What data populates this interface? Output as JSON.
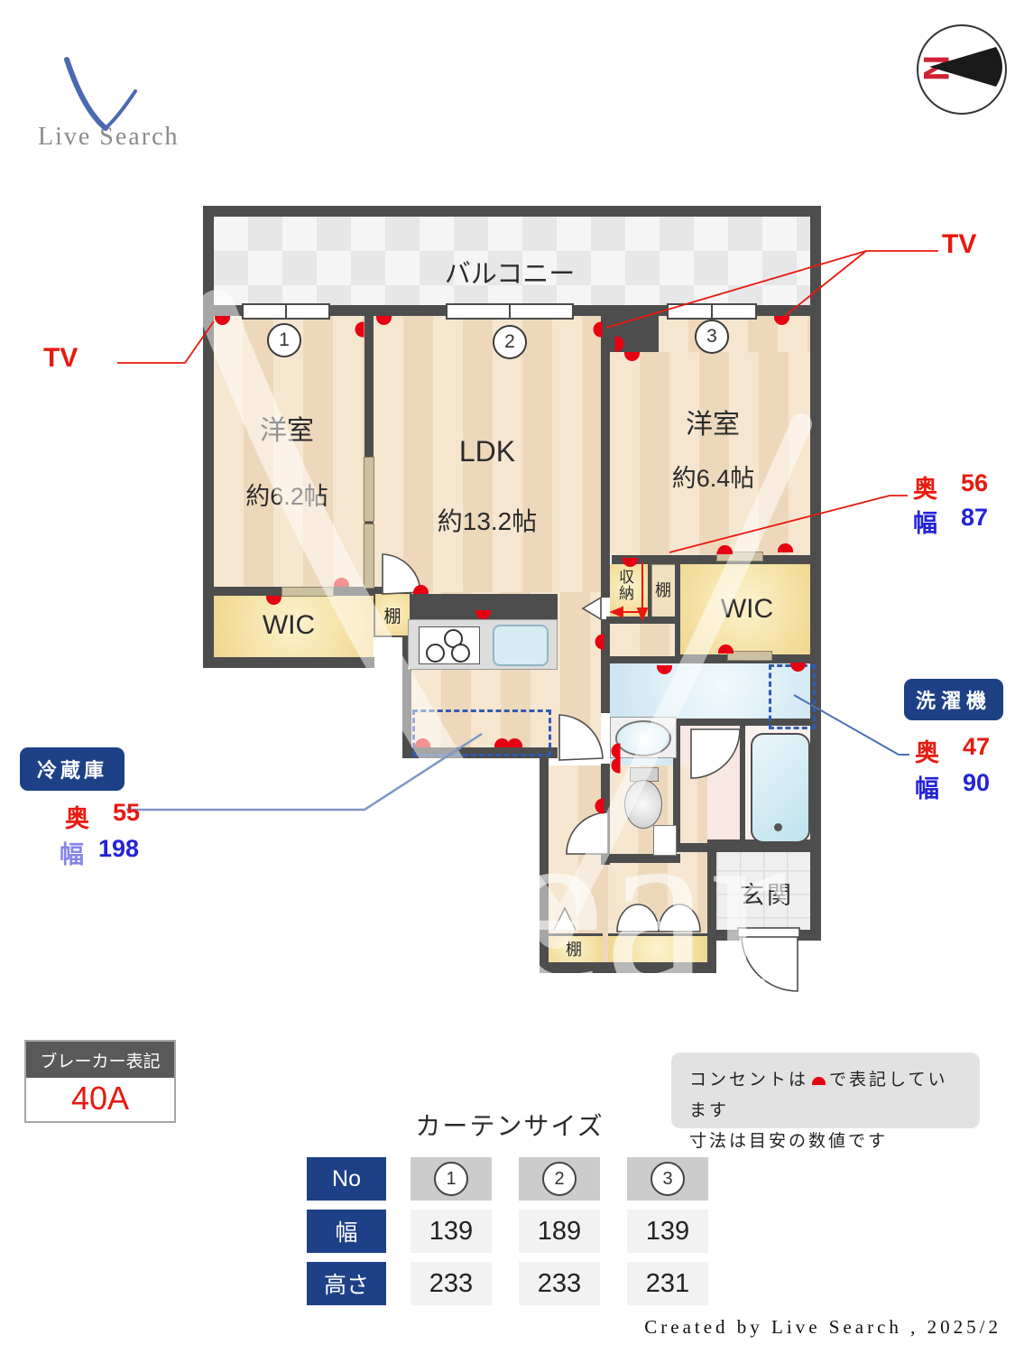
{
  "logo": {
    "name": "Live Search"
  },
  "compass": {
    "north": "N"
  },
  "plan": {
    "balcony": "バルコニー",
    "bedroom1": {
      "no": "1",
      "name": "洋室",
      "size": "約6.2帖"
    },
    "ldk": {
      "no": "2",
      "name": "LDK",
      "size": "約13.2帖"
    },
    "bedroom3": {
      "no": "3",
      "name": "洋室",
      "size": "約6.4帖"
    },
    "wic": "WIC",
    "storage": "収納",
    "shelf": "棚",
    "entrance": "玄関",
    "watermark": "ear"
  },
  "ann": {
    "tv": "TV",
    "depth_label": "奥",
    "width_label": "幅",
    "closet": {
      "depth": "56",
      "width": "87"
    },
    "fridge": {
      "title": "冷蔵庫",
      "depth": "55",
      "width": "198"
    },
    "washer": {
      "title": "洗濯機",
      "depth": "47",
      "width": "90"
    }
  },
  "breaker": {
    "title": "ブレーカー表記",
    "value": "40A"
  },
  "note": {
    "line1_pre": "コンセントは",
    "line1_post": "で表記しています",
    "line2": "寸法は目安の数値です"
  },
  "curtain": {
    "title": "カーテンサイズ",
    "rows": [
      "No",
      "幅",
      "高さ"
    ],
    "cols": [
      "1",
      "2",
      "3"
    ],
    "width": [
      "139",
      "189",
      "139"
    ],
    "height": [
      "233",
      "233",
      "231"
    ]
  },
  "footer": "Created by Live Search , 2025/2",
  "colors": {
    "wall": "#4d4d4d",
    "outlet_red": "#e60012",
    "navy_badge": "#1d4086",
    "annotation_red": "#e8190f",
    "annotation_blue": "#2323d6",
    "leader_blue": "#4a6fb5"
  }
}
